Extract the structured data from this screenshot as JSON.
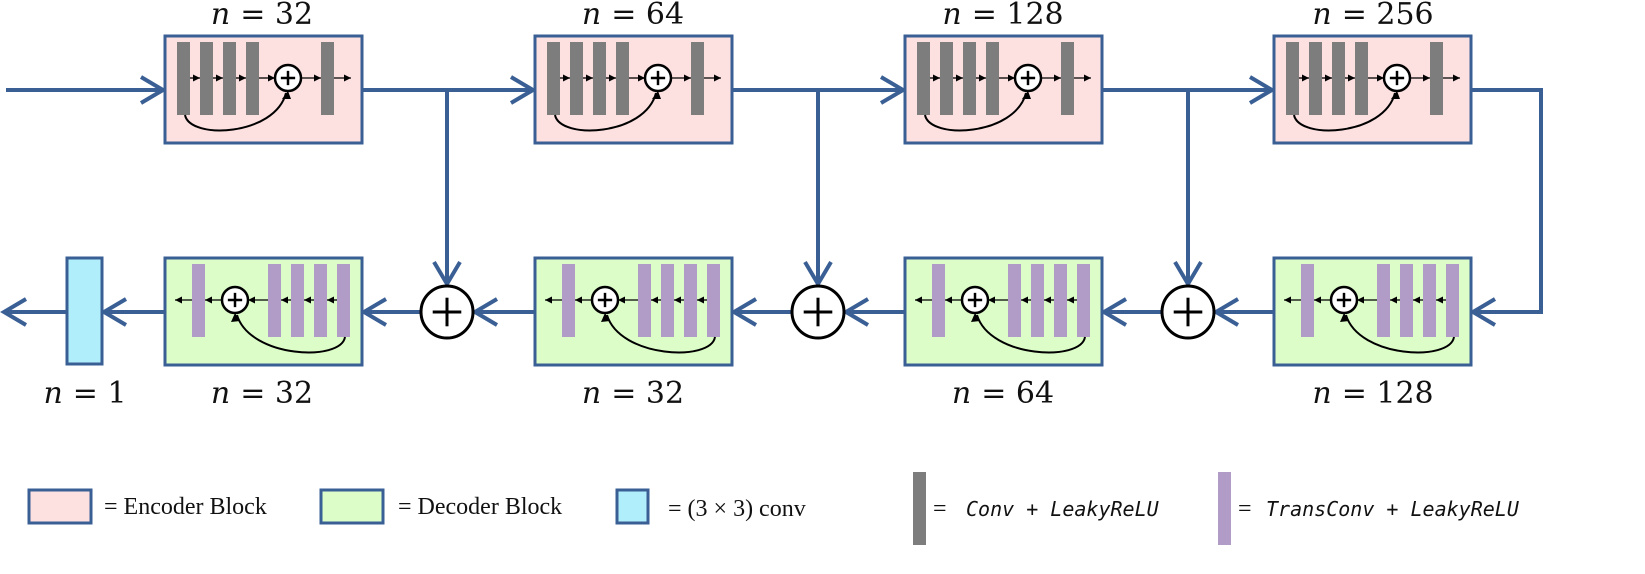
{
  "colors": {
    "line": "#3a5f95",
    "encoder_fill": "#fde0e0",
    "decoder_fill": "#dcfcc8",
    "block_border": "#3a5f95",
    "conv_bar": "#7d7d7d",
    "transconv_bar": "#b09cc7",
    "final_conv": "#b1eefb"
  },
  "encoder": {
    "blocks": [
      {
        "label_n": "n",
        "label_val": "= 32"
      },
      {
        "label_n": "n",
        "label_val": "= 64"
      },
      {
        "label_n": "n",
        "label_val": "= 128"
      },
      {
        "label_n": "n",
        "label_val": "= 256"
      }
    ]
  },
  "decoder": {
    "blocks": [
      {
        "label_n": "n",
        "label_val": "= 32"
      },
      {
        "label_n": "n",
        "label_val": "= 32"
      },
      {
        "label_n": "n",
        "label_val": "= 64"
      },
      {
        "label_n": "n",
        "label_val": "= 128"
      }
    ]
  },
  "output_conv": {
    "label_n": "n",
    "label_val": "= 1"
  },
  "sum_symbol": "+",
  "legend": {
    "encoder": "= Encoder Block",
    "decoder": "= Decoder Block",
    "conv3x3": "= (3 × 3)  conv",
    "conv_leaky_eq": "=",
    "conv_leaky": "Conv + LeakyReLU",
    "transconv_leaky_eq": "=",
    "transconv_leaky": "TransConv + LeakyReLU"
  },
  "icons": {
    "sum_node": "circle-plus-icon",
    "arrow": "arrowhead-icon"
  }
}
